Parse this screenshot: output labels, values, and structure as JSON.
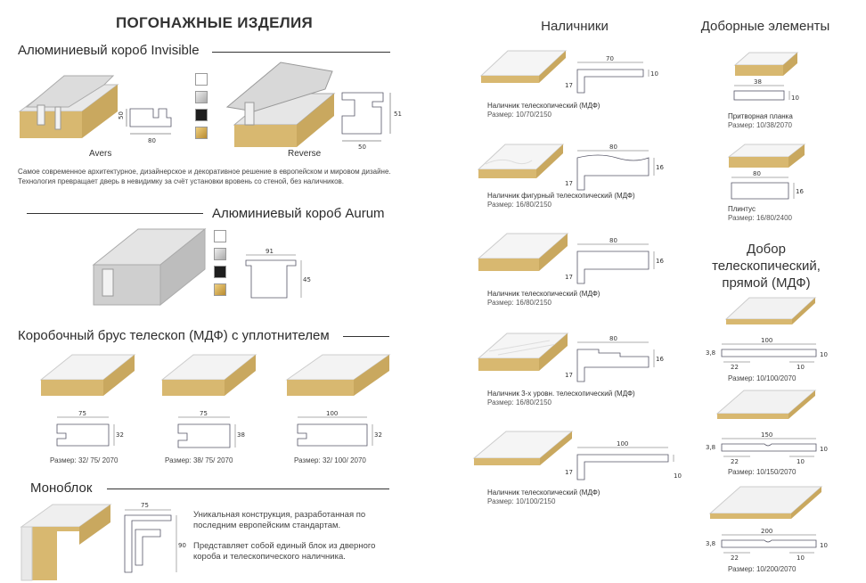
{
  "title": "ПОГОНАЖНЫЕ ИЗДЕЛИЯ",
  "invisible": {
    "heading": "Алюминиевый короб Invisible",
    "avers_label": "Avers",
    "reverse_label": "Reverse",
    "avers_dims": {
      "w": "80",
      "h": "50"
    },
    "reverse_dims": {
      "w": "50",
      "h": "51"
    },
    "description": "Самое современное архитектурное, дизайнерское и декоративное решение в европейском и мировом дизайне. Технология превращает дверь в невидимку за счёт установки вровень со стеной, без наличников."
  },
  "aurum": {
    "heading": "Алюминиевый короб Aurum",
    "dims": {
      "w": "91",
      "h": "45"
    }
  },
  "swatches": [
    "#ffffff",
    "#d4d4d4",
    "#1e1e1e",
    "#d9b35a"
  ],
  "telescope": {
    "heading": "Коробочный брус телескоп (МДФ) с уплотнителем",
    "items": [
      {
        "size": "Размер: 32/ 75/ 2070",
        "w": "75",
        "h": "32"
      },
      {
        "size": "Размер: 38/ 75/ 2070",
        "w": "75",
        "h": "38"
      },
      {
        "size": "Размер: 32/ 100/ 2070",
        "w": "100",
        "h": "32"
      }
    ]
  },
  "monoblock": {
    "heading": "Моноблок",
    "dims": {
      "w": "75",
      "h": "90"
    },
    "text1": "Уникальная конструкция, разработанная по последним европейским стандартам.",
    "text2": "Представляет собой единый блок из дверного короба и телескопического наличника."
  },
  "nalichniki": {
    "heading": "Наличники",
    "items": [
      {
        "name": "Наличник телескопический (МДФ)",
        "size": "Размер: 10/70/2150",
        "w": "70",
        "h": "10",
        "h2": "17"
      },
      {
        "name": "Наличник фигурный телескопический (МДФ)",
        "size": "Размер: 16/80/2150",
        "w": "80",
        "h": "16",
        "h2": "17"
      },
      {
        "name": "Наличник телескопический (МДФ)",
        "size": "Размер: 16/80/2150",
        "w": "80",
        "h": "16",
        "h2": "17"
      },
      {
        "name": "Наличник 3-х уровн. телескопический (МДФ)",
        "size": "Размер: 16/80/2150",
        "w": "80",
        "h": "16",
        "h2": "17"
      },
      {
        "name": "Наличник телескопический (МДФ)",
        "size": "Размер: 10/100/2150",
        "w": "100",
        "h": "10",
        "h2": "17"
      }
    ]
  },
  "dobornye": {
    "heading": "Доборные элементы",
    "planka": {
      "name": "Притворная планка",
      "size": "Размер: 10/38/2070",
      "w": "38",
      "h": "10"
    },
    "plintus": {
      "name": "Плинтус",
      "size": "Размер: 16/80/2400",
      "w": "80",
      "h": "16"
    }
  },
  "dobor": {
    "heading_line1": "Добор",
    "heading_line2": "телескопический,",
    "heading_line3": "прямой (МДФ)",
    "items": [
      {
        "size": "Размер: 10/100/2070",
        "w": "100",
        "h": "10",
        "a": "3,8",
        "b": "22",
        "c": "10"
      },
      {
        "size": "Размер: 10/150/2070",
        "w": "150",
        "h": "10",
        "a": "3,8",
        "b": "22",
        "c": "10"
      },
      {
        "size": "Размер: 10/200/2070",
        "w": "200",
        "h": "10",
        "a": "3,8",
        "b": "22",
        "c": "10"
      }
    ]
  }
}
